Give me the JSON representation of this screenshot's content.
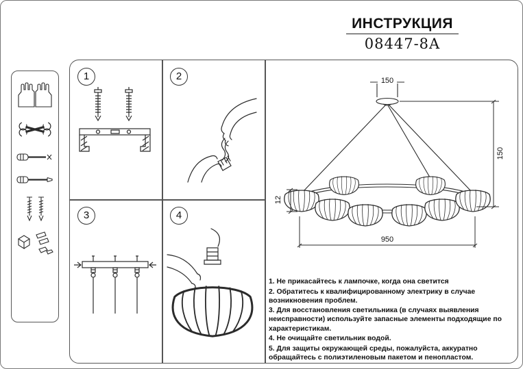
{
  "header": {
    "title": "ИНСТРУКЦИЯ",
    "model": "08447-8A"
  },
  "steps": [
    "1",
    "2",
    "3",
    "4"
  ],
  "dimensions": {
    "canopy_width": "150",
    "drop_height": "150",
    "shade_height": "12",
    "fixture_width": "950"
  },
  "notes": {
    "items": [
      "1. Не прикасайтесь к лампочке, когда она светится",
      "2. Обратитесь к квалифицированному электрику в случае возникновения проблем.",
      "3. Для восстановления светильника (в случаях выявления неисправности) используйте запасные элементы подходящие по характеристикам.",
      "4. Не очищайте светильник водой.",
      "5. Для защиты окружающей среды, пожалуйста, аккуратно обращайтесь с полиэтиленовым пакетом и пенопластом."
    ]
  },
  "toolbox": {
    "icons": [
      "gloves-icon",
      "wrenches-icon",
      "phillips-screwdriver-icon",
      "flat-screwdriver-icon",
      "screws-icon",
      "fasteners-icon"
    ]
  },
  "colors": {
    "line": "#2b2b2b",
    "border": "#555555"
  }
}
